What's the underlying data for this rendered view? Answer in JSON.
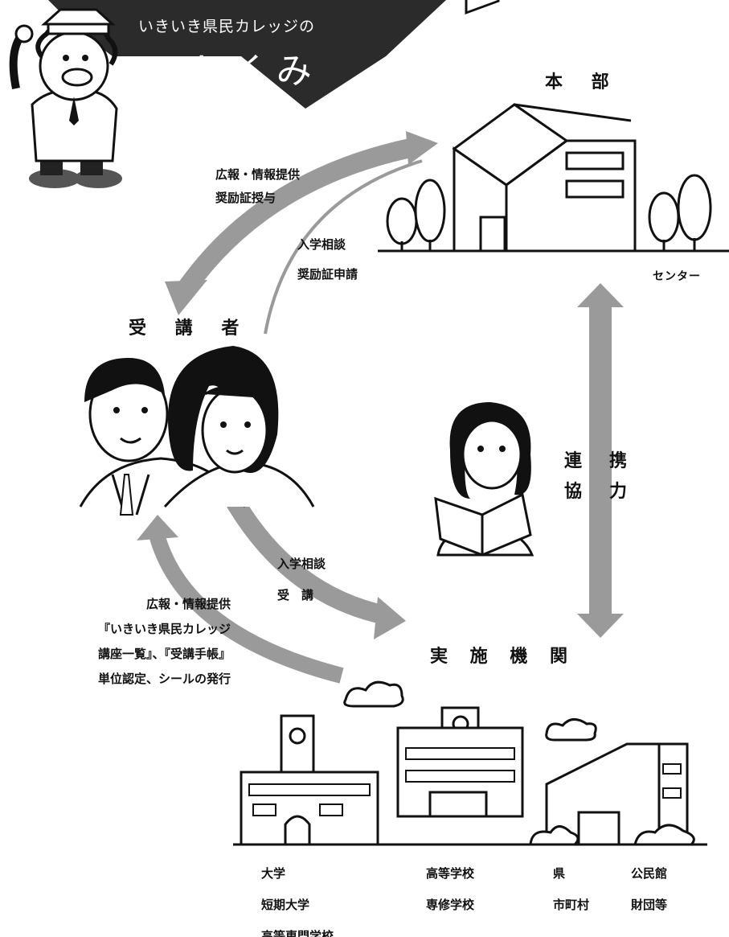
{
  "banner": {
    "subtitle": "いきいき県民カレッジの",
    "title": "しくみ"
  },
  "nodes": {
    "headquarters": "本 部",
    "students": "受 講 者",
    "institutions": "実 施 機 関",
    "center": "センター",
    "cooperation_1": "連",
    "cooperation_2": "携",
    "cooperation_3": "協",
    "cooperation_4": "力"
  },
  "flows": {
    "hq_to_students": [
      "広報・情報提供",
      "奨励証授与"
    ],
    "students_to_hq": [
      "入学相談",
      "奨励証申請"
    ],
    "students_to_inst": [
      "入学相談",
      "受　講"
    ],
    "inst_to_students": [
      "広報・情報提供",
      "『いきいき県民カレッジ",
      "講座一覧』、『受講手帳』",
      "単位認定、シールの発行"
    ]
  },
  "institutions": {
    "col1": [
      "大学",
      "短期大学",
      "高等専門学校"
    ],
    "col2": [
      "高等学校",
      "専修学校"
    ],
    "col3": [
      "県",
      "市町村"
    ],
    "col4": [
      "公民館",
      "財団等"
    ]
  },
  "colors": {
    "arrow": "#9a9a9a",
    "banner": "#2b2b2b",
    "banner_text": "#ffffff"
  }
}
